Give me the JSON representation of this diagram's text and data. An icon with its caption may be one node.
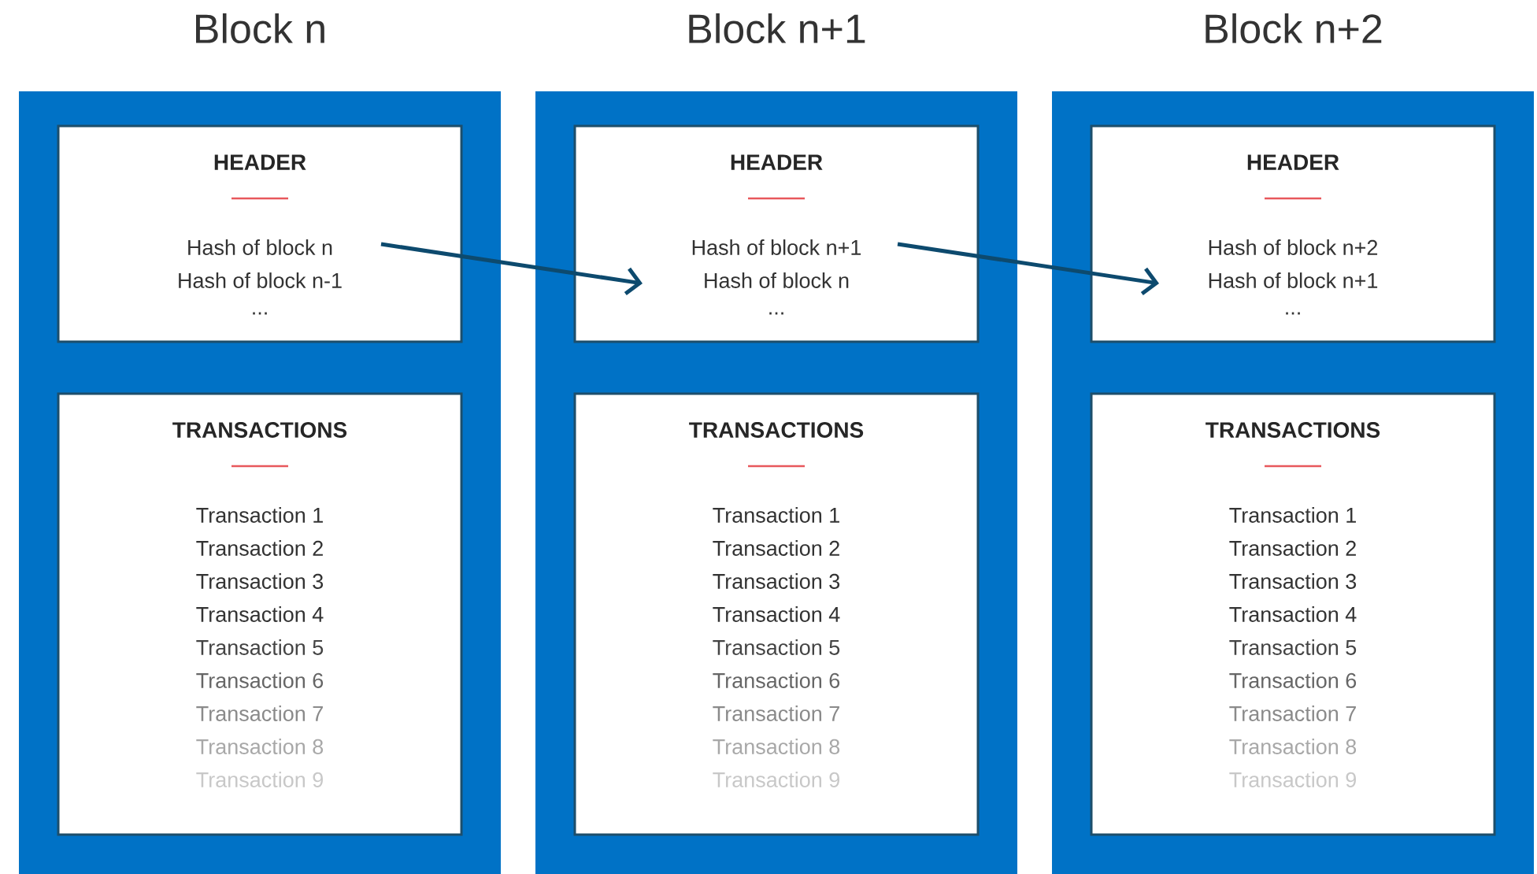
{
  "diagram": {
    "nodes": [
      {
        "text": [
          "Block n"
        ]
      },
      {
        "text": [
          "HEADER",
          "Hash of block n",
          "Hash of block n-1",
          "..."
        ],
        "in": 0
      },
      {
        "text": [
          "TRANSACTIONS",
          "Transaction 1",
          "Transaction 2",
          "Transaction 3",
          "Transaction 4",
          "Transaction 5",
          "Transaction 6",
          "Transaction 7",
          "Transaction 8",
          "Transaction 9"
        ],
        "in": 0
      },
      {
        "text": [
          "Block n+1"
        ]
      },
      {
        "text": [
          "HEADER",
          "Hash of block n+1",
          "Hash of block n",
          "..."
        ],
        "in": 3
      },
      {
        "text": [
          "TRANSACTIONS",
          "Transaction 1",
          "Transaction 2",
          "Transaction 3",
          "Transaction 4",
          "Transaction 5",
          "Transaction 6",
          "Transaction 7",
          "Transaction 8",
          "Transaction 9"
        ],
        "in": 3
      },
      {
        "text": [
          "Block n+2"
        ]
      },
      {
        "text": [
          "HEADER",
          "Hash of block n+2",
          "Hash of block n+1",
          "..."
        ],
        "in": 6
      },
      {
        "text": [
          "TRANSACTIONS",
          "Transaction 1",
          "Transaction 2",
          "Transaction 3",
          "Transaction 4",
          "Transaction 5",
          "Transaction 6",
          "Transaction 7",
          "Transaction 8",
          "Transaction 9"
        ],
        "in": 6
      }
    ],
    "edges": [
      {
        "from": 1,
        "to": 4,
        "arrow": "to"
      },
      {
        "from": 4,
        "to": 7,
        "arrow": "to"
      }
    ]
  }
}
